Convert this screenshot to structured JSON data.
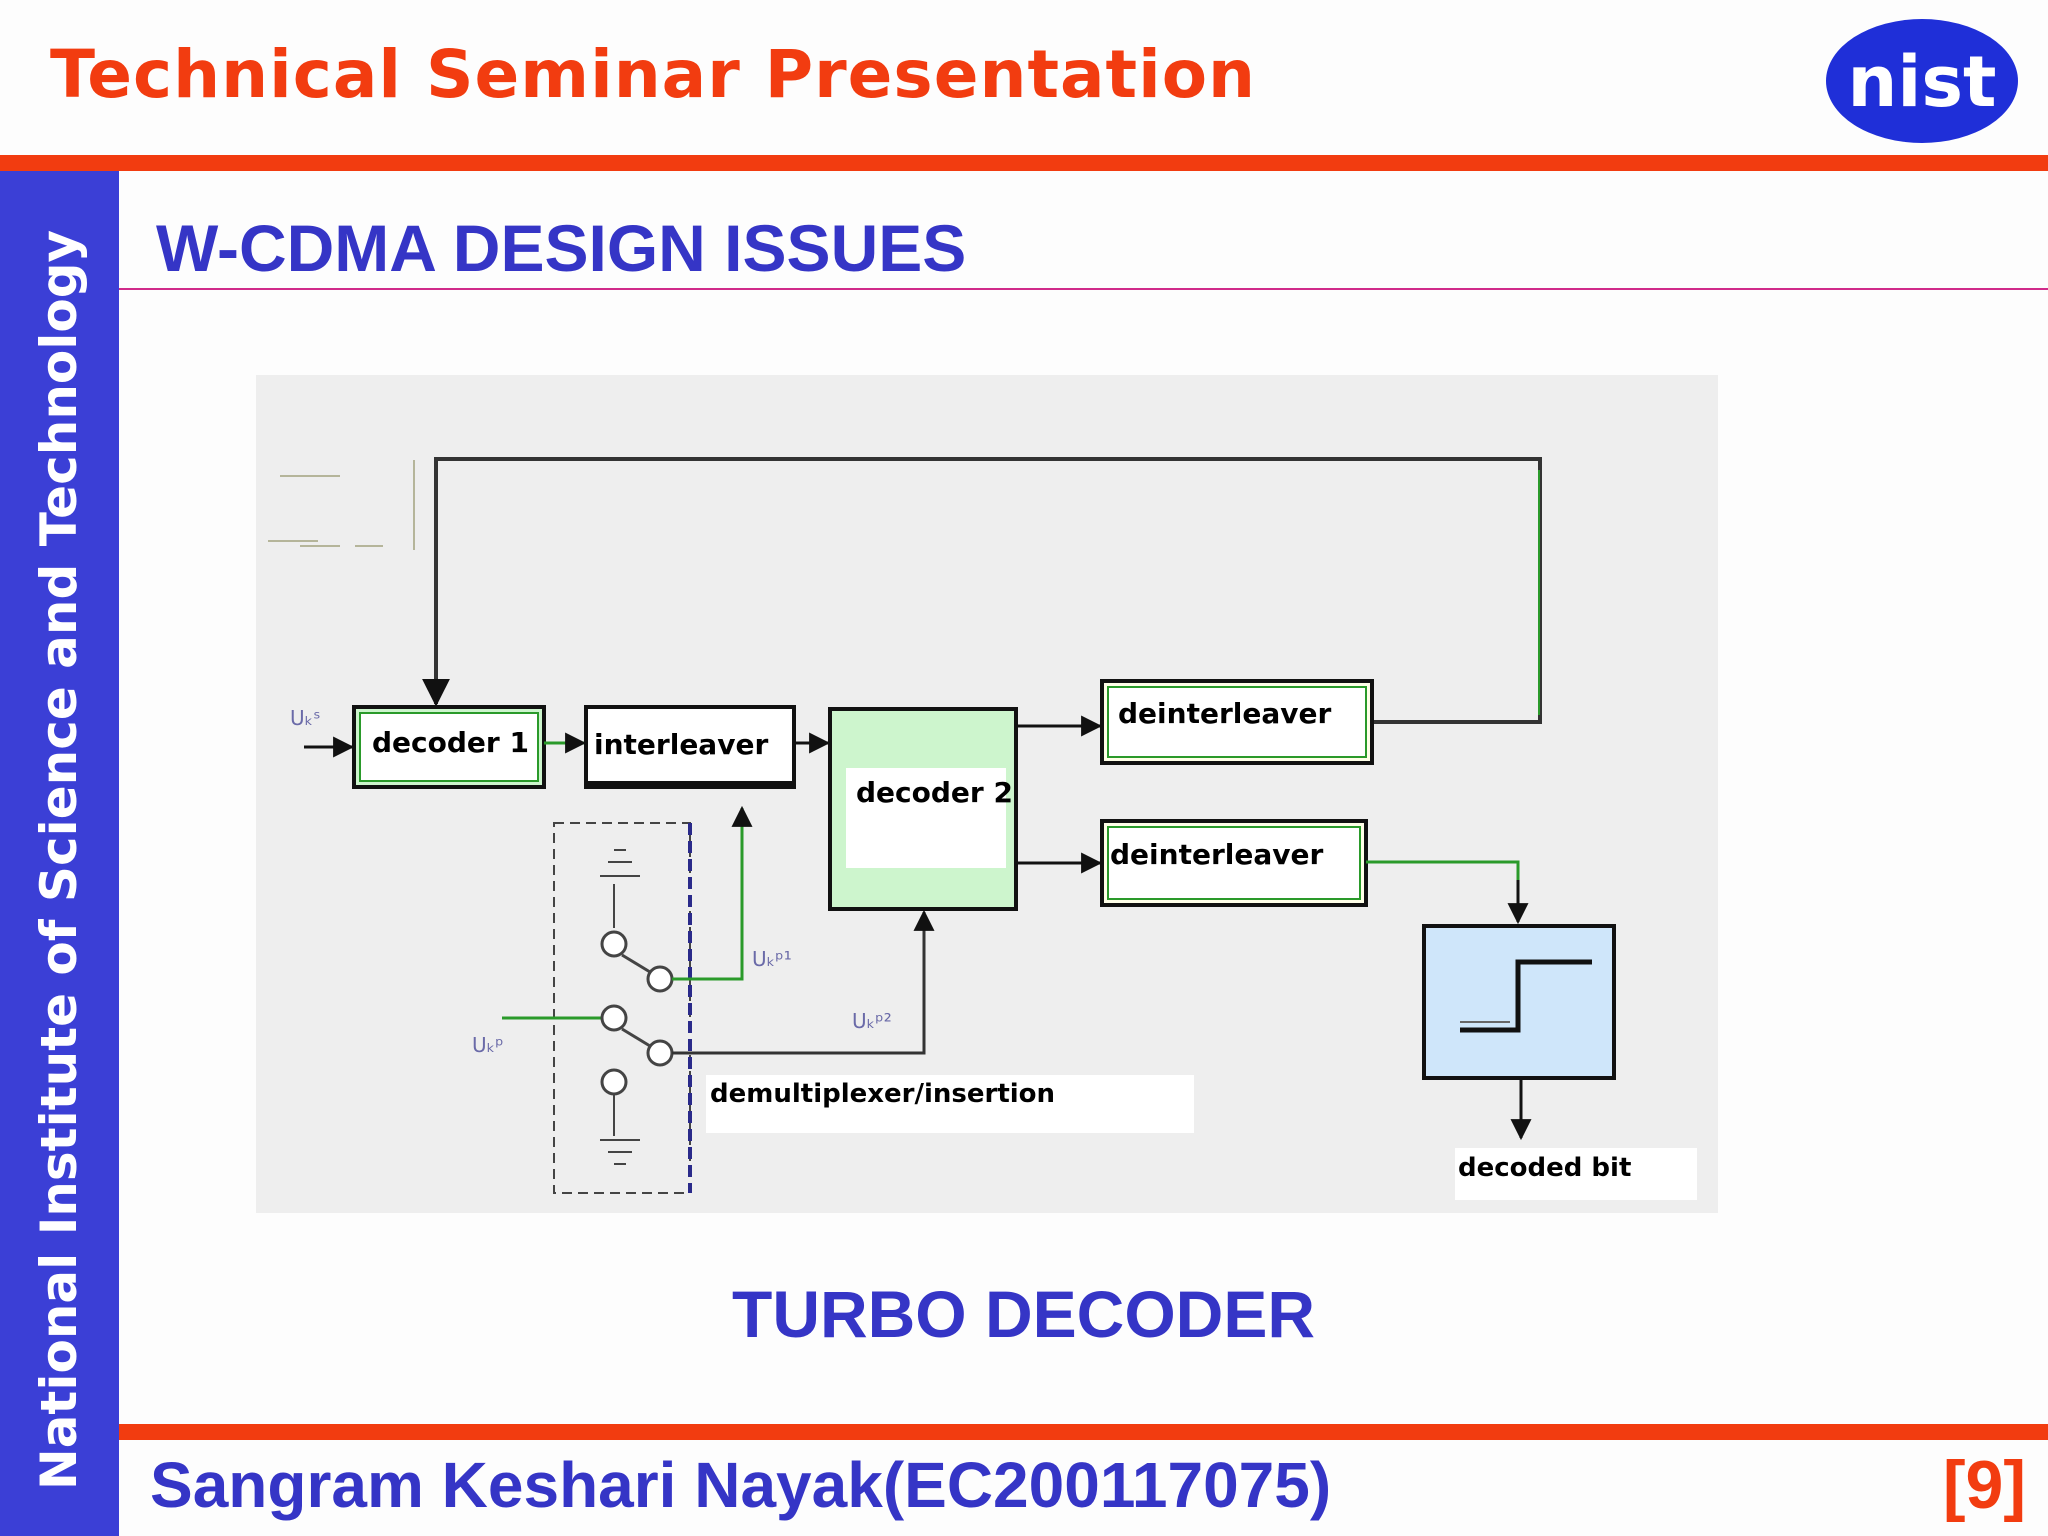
{
  "header": {
    "title": "Technical Seminar Presentation",
    "logo_text": "nist"
  },
  "sidebar": {
    "institute": "National Institute of Science and Technology"
  },
  "section": {
    "title": "W-CDMA DESIGN ISSUES"
  },
  "diagram": {
    "blocks": {
      "decoder1": "decoder 1",
      "interleaver": "interleaver",
      "decoder2": "decoder 2",
      "deinterleaver_top": "deinterleaver",
      "deinterleaver_bottom": "deinterleaver",
      "demux": "demultiplexer/insertion",
      "output": "decoded bit"
    },
    "symbols": {
      "input_s": "Uₖˢ",
      "parity_p1": "Uₖᵖ¹",
      "parity_p2": "Uₖᵖ²",
      "parity_p": "Uₖᵖ"
    },
    "colors": {
      "block_fill": "#cdf5cd",
      "hard_limiter_fill": "#cfe6fa",
      "diagram_bg": "#eeeeee",
      "wire_green": "#2a9a2a",
      "wire_dark": "#333333"
    }
  },
  "caption": "TURBO DECODER",
  "footer": {
    "presenter": "Sangram Keshari Nayak(EC200117075)",
    "page": "[9]"
  },
  "colors": {
    "accent_red": "#f23c10",
    "brand_blue": "#3b3fd6",
    "heading_blue": "#3535c6"
  }
}
